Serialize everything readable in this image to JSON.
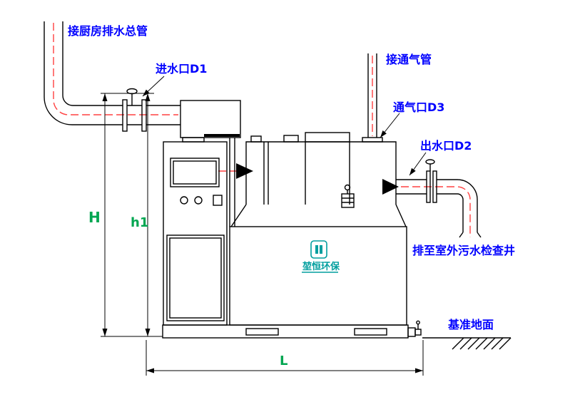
{
  "colors": {
    "line": "#000000",
    "label": "#0000ff",
    "centerline": "#ff4040",
    "dimension": "#00a651",
    "logo": "#009e9e",
    "background": "#ffffff"
  },
  "labels": {
    "kitchen_main_pipe": "接厨房排水总管",
    "inlet_d1": "进水口D1",
    "vent_connect": "接通气管",
    "vent_d3": "通气口D3",
    "outlet_d2": "出水口D2",
    "discharge_well": "排至室外污水检查井",
    "datum_ground": "基准地面"
  },
  "dimensions": {
    "overall_height": "H",
    "inlet_height": "h1",
    "overall_length": "L"
  },
  "logo": {
    "text": "堃恒环保"
  }
}
